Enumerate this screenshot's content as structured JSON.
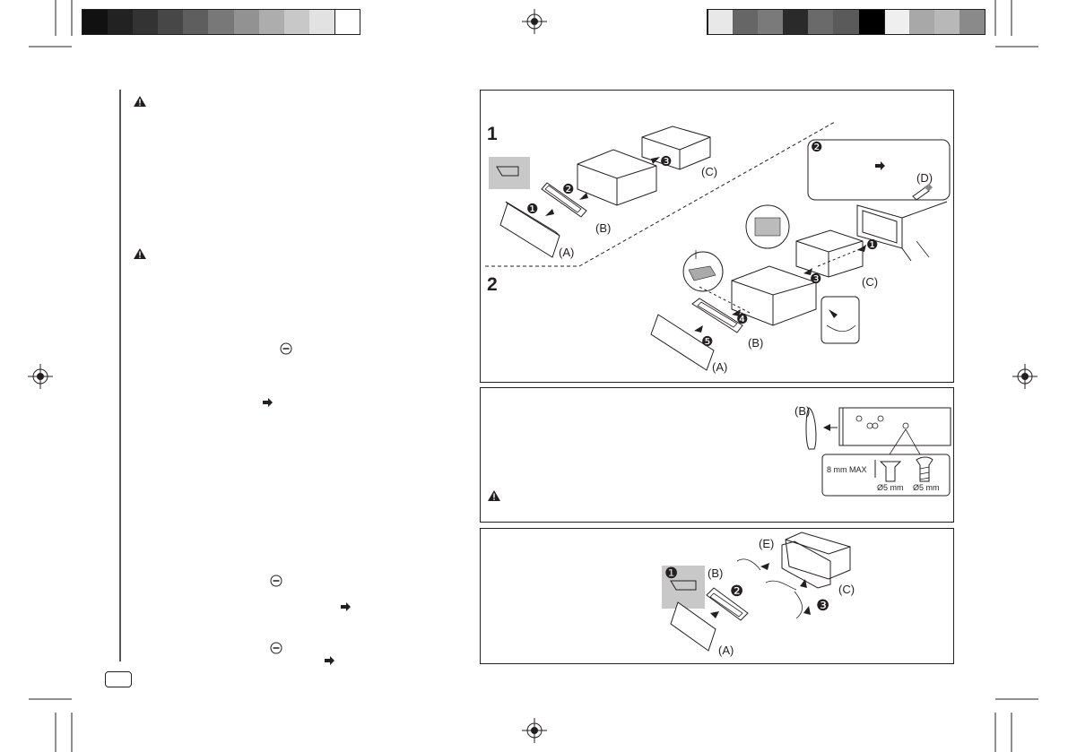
{
  "print_marks": {
    "left_bar_colors": [
      "#111111",
      "#222222",
      "#333333",
      "#474747",
      "#5e5e5e",
      "#787878",
      "#929292",
      "#adadad",
      "#c8c8c8",
      "#e2e2e2",
      "#ffffff"
    ],
    "right_bar_colors": [
      "#e8e8e8",
      "#666666",
      "#7a7a7a",
      "#2a2a2a",
      "#6a6a6a",
      "#5a5a5a",
      "#000000",
      "#efefef",
      "#a8a8a8",
      "#b8b8b8",
      "#8a8a8a"
    ]
  },
  "install_panel": {
    "step1": "1",
    "step2": "2",
    "callout_num": "❷",
    "part_labels": {
      "A1": "(A)",
      "B1": "(B)",
      "C1": "(C)",
      "D": "(D)",
      "A2": "(A)",
      "B2": "(B)",
      "C2": "(C)"
    },
    "step_nums": [
      "❶",
      "❷",
      "❸",
      "❹",
      "❺"
    ]
  },
  "screw_panel": {
    "label_B": "(B)",
    "max_label": "8 mm MAX",
    "dia1": "Ø5 mm",
    "dia2": "Ø5 mm"
  },
  "remove_panel": {
    "label_E": "(E)",
    "label_B": "(B)",
    "label_C": "(C)",
    "label_A": "(A)",
    "nums": [
      "❶",
      "❷",
      "❸"
    ]
  }
}
